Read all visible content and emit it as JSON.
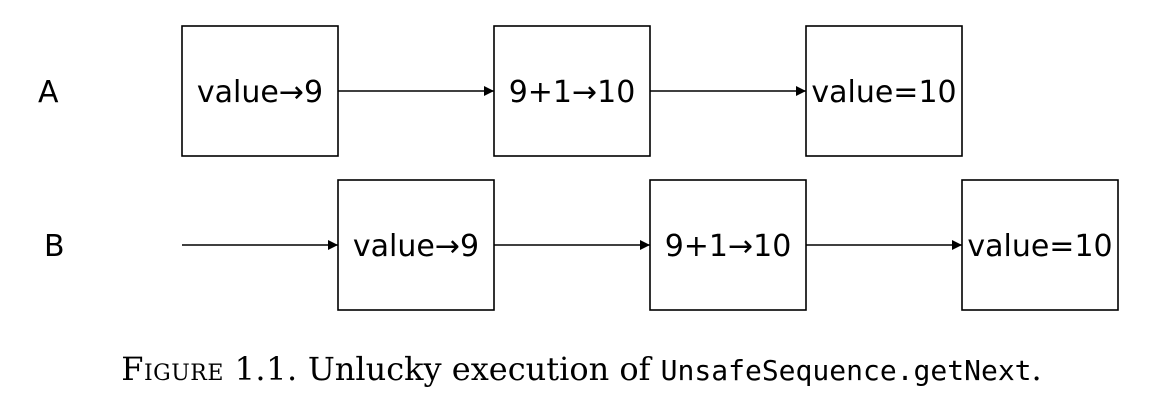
{
  "rows": [
    {
      "label": "A",
      "steps": [
        "value→9",
        "9+1→10",
        "value=10"
      ],
      "lead_in_arrow": false
    },
    {
      "label": "B",
      "steps": [
        "value→9",
        "9+1→10",
        "value=10"
      ],
      "lead_in_arrow": true
    }
  ],
  "caption": {
    "prefix": "Figure 1.1.",
    "text": "Unlucky execution of",
    "code": "UnsafeSequence.getNext",
    "suffix": "."
  }
}
